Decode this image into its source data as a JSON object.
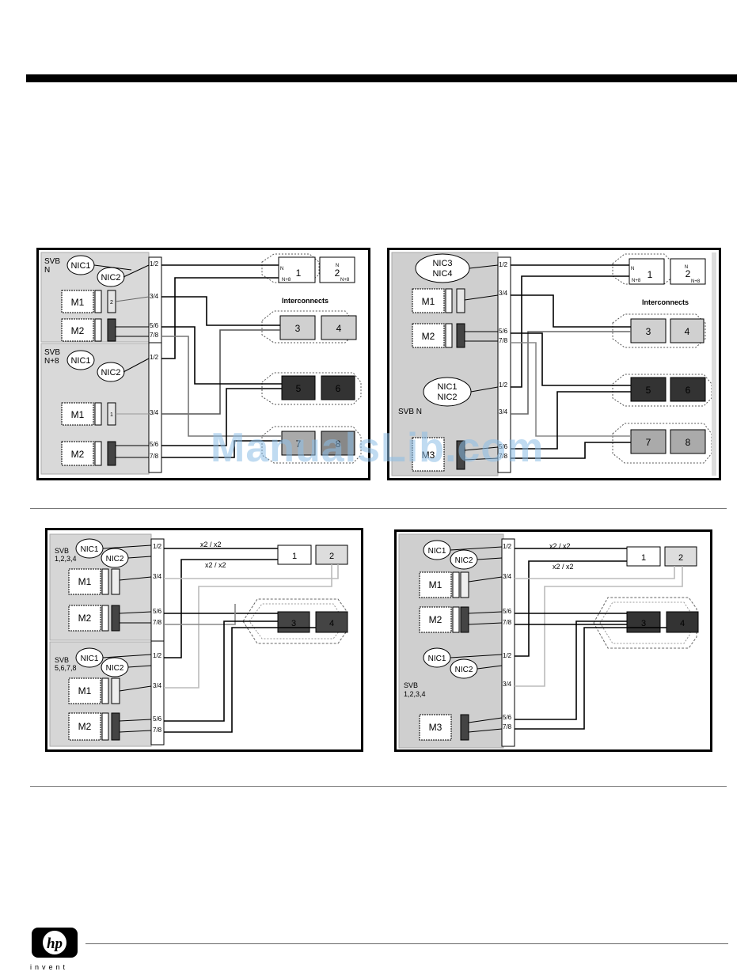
{
  "diagrams": {
    "d1": {
      "blade_top": "SVB",
      "blade_top_sub": "N",
      "blade_bottom": "SVB",
      "blade_bottom_sub": "N+8",
      "nic1": "NIC1",
      "nic2": "NIC2",
      "m1": "M1",
      "m2": "M2",
      "port_12": "1/2",
      "port_34": "3/4",
      "port_56": "5/6",
      "port_78": "7/8",
      "ic1": "1",
      "ic2": "2",
      "ic1_sub_n": "N",
      "ic1_sub_n8": "N+8",
      "ic2_sub_n": "N",
      "ic2_sub_n8": "N+8",
      "ic3": "3",
      "ic4": "4",
      "ic5": "5",
      "ic6": "6",
      "ic7": "7",
      "ic8": "8",
      "interconnects": "Interconnects",
      "mezz_a": "2",
      "mezz_b": "1"
    },
    "d2": {
      "nic3": "NIC3",
      "nic4": "NIC4",
      "nic1": "NIC1",
      "nic2": "NIC2",
      "m1": "M1",
      "m2": "M2",
      "m3": "M3",
      "svb": "SVB N",
      "port_12": "1/2",
      "port_34": "3/4",
      "port_56": "5/6",
      "port_78": "7/8",
      "ic1": "1",
      "ic2": "2",
      "ic1_sub_n": "N",
      "ic1_sub_n8": "N+8",
      "ic2_sub_n": "N",
      "ic2_sub_n8": "N+8",
      "ic3": "3",
      "ic4": "4",
      "ic5": "5",
      "ic6": "6",
      "ic7": "7",
      "ic8": "8",
      "interconnects": "Interconnects"
    },
    "d3": {
      "svb_top": "SVB",
      "svb_top_sub": "1,2,3,4",
      "svb_bottom": "SVB",
      "svb_bottom_sub": "5,6,7,8",
      "nic1": "NIC1",
      "nic2": "NIC2",
      "m1": "M1",
      "m2": "M2",
      "port_12": "1/2",
      "port_34": "3/4",
      "port_56": "5/6",
      "port_78": "7/8",
      "x2_a": "x2 / x2",
      "x2_b": "x2 / x2",
      "ic1": "1",
      "ic2": "2",
      "ic3": "3",
      "ic4": "4"
    },
    "d4": {
      "svb": "SVB",
      "svb_sub": "1,2,3,4",
      "nic1": "NIC1",
      "nic2": "NIC2",
      "m1": "M1",
      "m2": "M2",
      "m3": "M3",
      "port_12": "1/2",
      "port_34": "3/4",
      "port_56": "5/6",
      "port_78": "7/8",
      "x2_a": "x2 / x2",
      "x2_b": "x2 / x2",
      "ic1": "1",
      "ic2": "2",
      "ic3": "3",
      "ic4": "4"
    }
  },
  "watermark": "ManualsLib.com",
  "footer": {
    "logo_text": "hp",
    "tagline": "invent"
  }
}
